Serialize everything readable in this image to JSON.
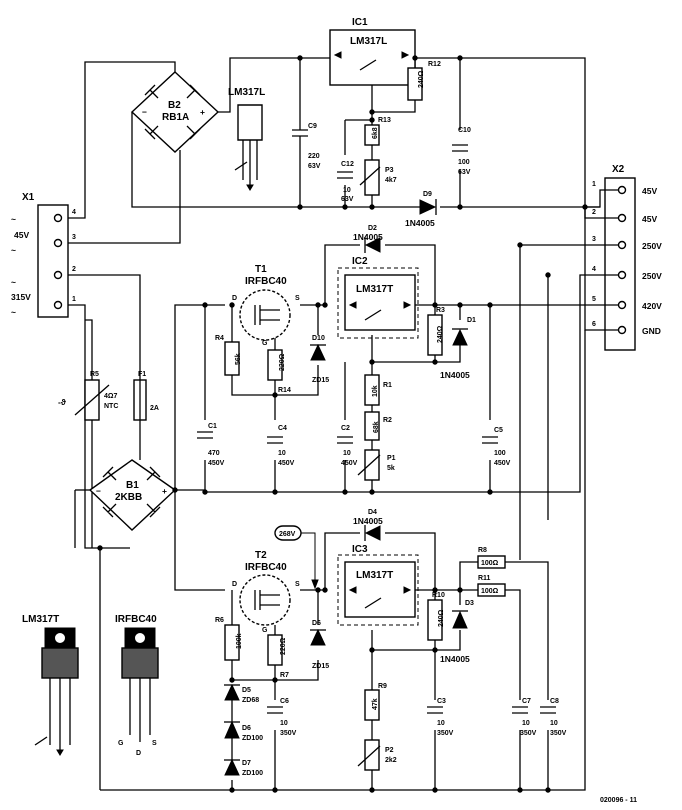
{
  "ic1": {
    "ref": "IC1",
    "type": "LM317L"
  },
  "ic2": {
    "ref": "IC2",
    "type": "LM317T"
  },
  "ic3": {
    "ref": "IC3",
    "type": "LM317T"
  },
  "t1": {
    "ref": "T1",
    "type": "IRFBC40"
  },
  "t2": {
    "ref": "T2",
    "type": "IRFBC40"
  },
  "pin": {
    "d": "D",
    "s": "S",
    "g": "G"
  },
  "b2": {
    "ref": "B2",
    "type": "RB1A"
  },
  "b1": {
    "ref": "B1",
    "type": "2KBB"
  },
  "r12": {
    "ref": "R12",
    "val": "240Ω"
  },
  "r13": {
    "ref": "R13",
    "val": "6k8"
  },
  "p3": {
    "ref": "P3",
    "val": "4k7"
  },
  "c9": {
    "ref": "C9",
    "val1": "220",
    "val2": "63V"
  },
  "c12": {
    "ref": "C12",
    "val1": "10",
    "val2": "63V"
  },
  "c10": {
    "ref": "C10",
    "val1": "100",
    "val2": "63V"
  },
  "d9": {
    "ref": "D9",
    "type": "1N4005"
  },
  "d2": {
    "ref": "D2",
    "type": "1N4005"
  },
  "d1": {
    "ref": "D1",
    "type": "1N4005"
  },
  "d4": {
    "ref": "D4",
    "type": "1N4005"
  },
  "d3": {
    "ref": "D3",
    "type": "1N4005"
  },
  "r4": {
    "ref": "R4",
    "val": "56k"
  },
  "r14": {
    "ref": "R14",
    "val": "220Ω"
  },
  "d10": {
    "ref": "D10",
    "type": "ZD15"
  },
  "r3": {
    "ref": "R3",
    "val": "240Ω"
  },
  "r1": {
    "ref": "R1",
    "val": "10k"
  },
  "r2": {
    "ref": "R2",
    "val": "68k"
  },
  "p1": {
    "ref": "P1",
    "val": "5k"
  },
  "c1": {
    "ref": "C1",
    "val1": "470",
    "val2": "450V"
  },
  "c4": {
    "ref": "C4",
    "val1": "10",
    "val2": "450V"
  },
  "c2": {
    "ref": "C2",
    "val1": "10",
    "val2": "450V"
  },
  "c5": {
    "ref": "C5",
    "val1": "100",
    "val2": "450V"
  },
  "f1": {
    "ref": "F1",
    "val": "2A"
  },
  "r5": {
    "ref": "R5",
    "val1": "4Ω7",
    "val2": "NTC",
    "sym": "-ϑ"
  },
  "x1": {
    "ref": "X1",
    "pins": [
      "4",
      "3",
      "2",
      "1"
    ],
    "v45": "45V",
    "v315": "315V",
    "tilde": "~"
  },
  "x2": {
    "ref": "X2",
    "pins": [
      "1",
      "2",
      "3",
      "4",
      "5",
      "6"
    ],
    "labels": [
      "45V",
      "45V",
      "250V",
      "250V",
      "420V",
      "GND"
    ]
  },
  "badge268": "268V",
  "r6": {
    "ref": "R6",
    "val": "100k"
  },
  "r7": {
    "ref": "R7",
    "val": "220Ω"
  },
  "d6top": {
    "ref": "D6",
    "type": "ZD15"
  },
  "r10": {
    "ref": "R10",
    "val": "240Ω"
  },
  "r8": {
    "ref": "R8",
    "val": "100Ω"
  },
  "r11": {
    "ref": "R11",
    "val": "100Ω"
  },
  "r9": {
    "ref": "R9",
    "val": "47k"
  },
  "p2": {
    "ref": "P2",
    "val": "2k2"
  },
  "c6": {
    "ref": "C6",
    "val1": "10",
    "val2": "350V"
  },
  "c3": {
    "ref": "C3",
    "val1": "10",
    "val2": "350V"
  },
  "c7": {
    "ref": "C7",
    "val1": "10",
    "val2": "350V"
  },
  "c8": {
    "ref": "C8",
    "val1": "10",
    "val2": "350V"
  },
  "d5": {
    "ref": "D5",
    "type": "ZD68"
  },
  "d6": {
    "ref": "D6",
    "type": "ZD100"
  },
  "d7": {
    "ref": "D7",
    "type": "ZD100"
  },
  "pkg_lm317l": "LM317L",
  "pkg_lm317t": "LM317T",
  "pkg_irfbc40": "IRFBC40",
  "code": "020096 - 11"
}
